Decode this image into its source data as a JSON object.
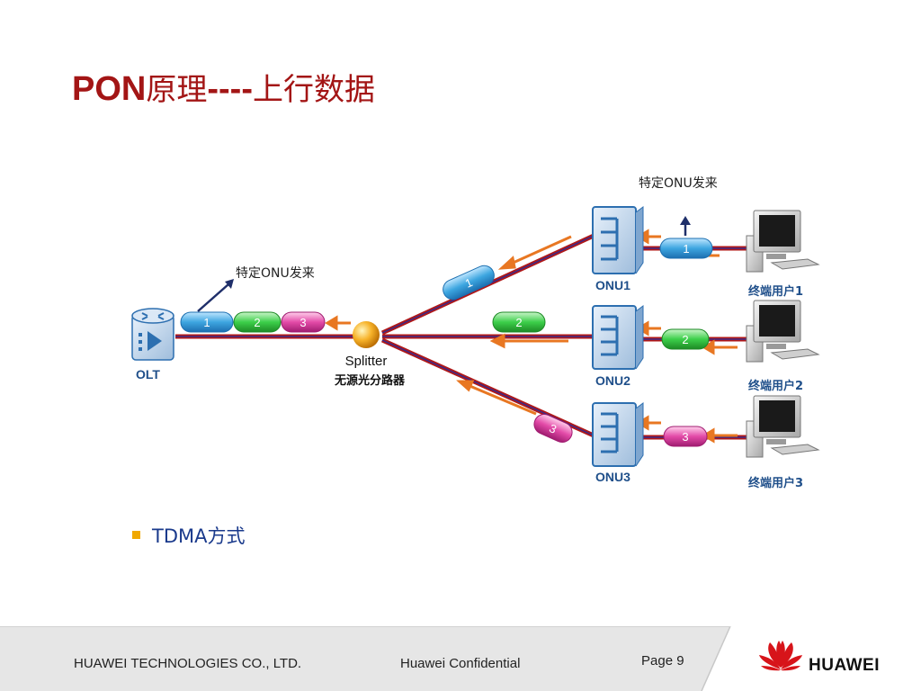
{
  "slide": {
    "title_prefix": "PON",
    "title_cjk1": "原理",
    "title_dashes": "----",
    "title_cjk2": "上行数据"
  },
  "diagram": {
    "olt_label": "OLT",
    "splitter_label": "Splitter",
    "splitter_sublabel": "无源光分路器",
    "olt_annotation": "特定ONU发来",
    "onu_annotation": "特定ONU发来",
    "onus": [
      {
        "label": "ONU1",
        "user": "终端用户1",
        "packet": "1"
      },
      {
        "label": "ONU2",
        "user": "终端用户2",
        "packet": "2"
      },
      {
        "label": "ONU3",
        "user": "终端用户3",
        "packet": "3"
      }
    ],
    "olt_packets": [
      "1",
      "2",
      "3"
    ],
    "colors": {
      "fiber": "#b01818",
      "fiber_core": "#3a2a8a",
      "arrow": "#e87722",
      "packet1": "#3da6e0",
      "packet2": "#3ccf4a",
      "packet3": "#e34ba8",
      "device": "#2d6fb0"
    }
  },
  "bullets": [
    {
      "text": "TDMA方式"
    }
  ],
  "footer": {
    "company": "HUAWEI TECHNOLOGIES CO., LTD.",
    "confidential": "Huawei Confidential",
    "page": "Page 9",
    "brand": "HUAWEI"
  }
}
